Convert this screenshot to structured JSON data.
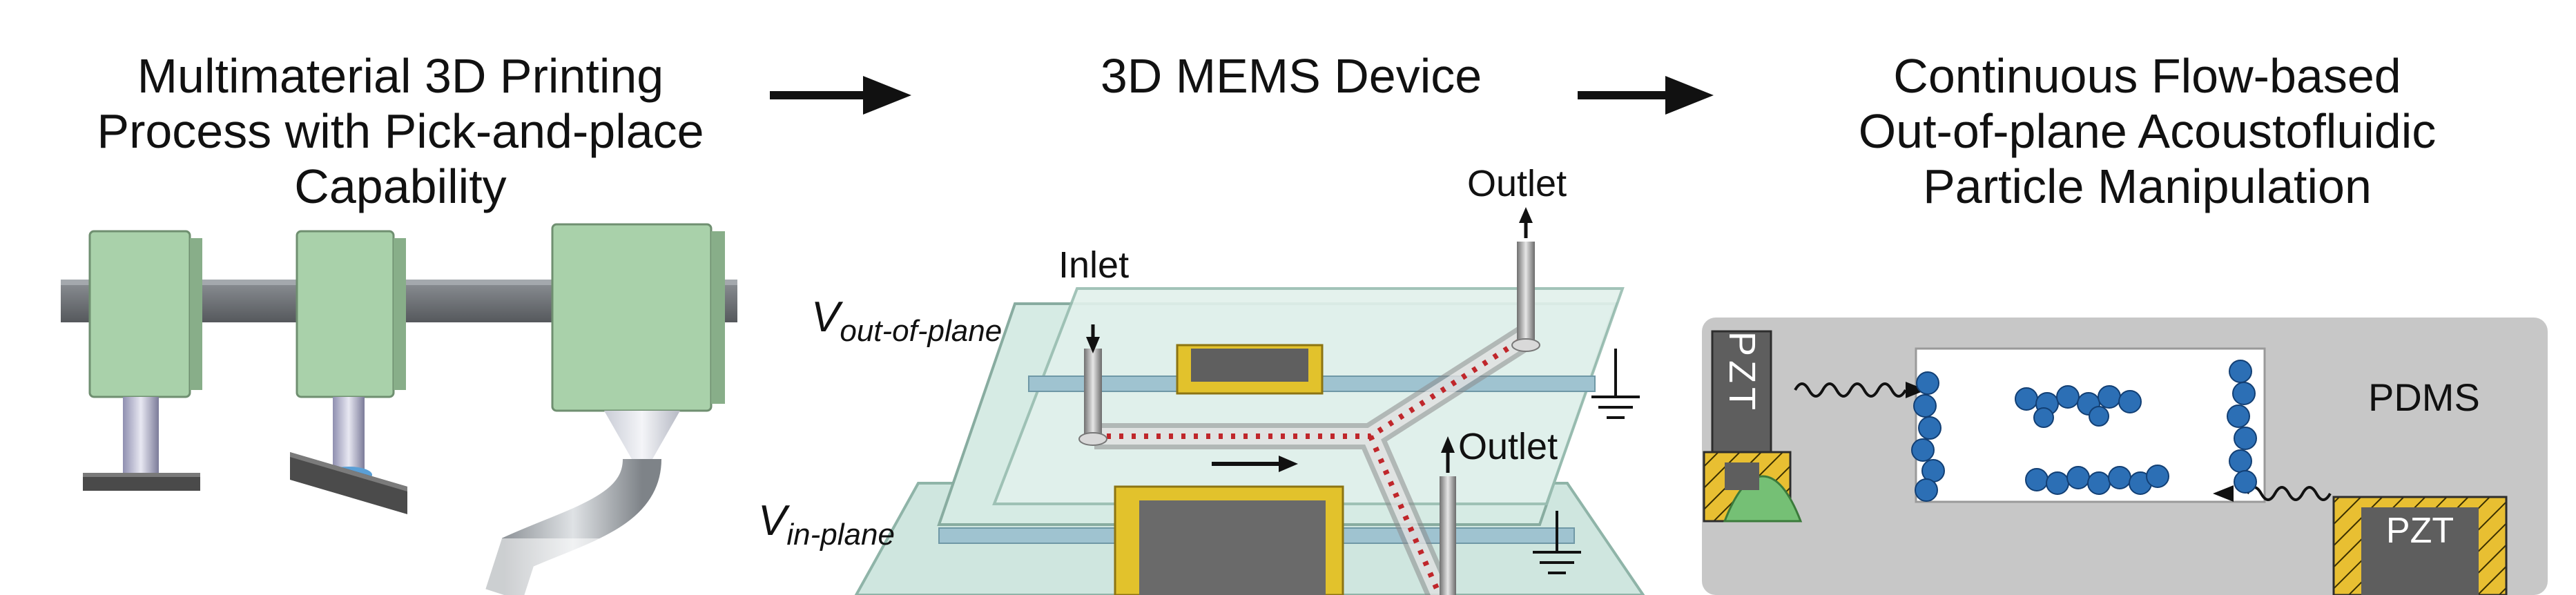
{
  "panels": [
    {
      "id": "printing",
      "title": "Multimaterial 3D Printing\nProcess with Pick-and-place\nCapability"
    },
    {
      "id": "mems",
      "title": "3D MEMS Device",
      "labels": {
        "inlet": "Inlet",
        "outlet_top": "Outlet",
        "outlet_mid": "Outlet",
        "v_out_main": "V",
        "v_out_sub": "out-of-plane",
        "v_in_main": "V",
        "v_in_sub": "in-plane"
      }
    },
    {
      "id": "acoustofluidic",
      "title": "Continuous Flow-based\nOut-of-plane Acoustofluidic\nParticle Manipulation",
      "labels": {
        "pdms": "PDMS",
        "pzt_left": "PZT",
        "pzt_right": "PZT"
      }
    }
  ],
  "colors": {
    "printhead": "#a9d1aa",
    "gantry": "#6e7276",
    "pdms": "#c7c7c7",
    "particle": "#2c6fb5",
    "electrode_gold": "#e2c22c",
    "channel_red": "#c0262b",
    "glass": "#c9e3dc"
  }
}
